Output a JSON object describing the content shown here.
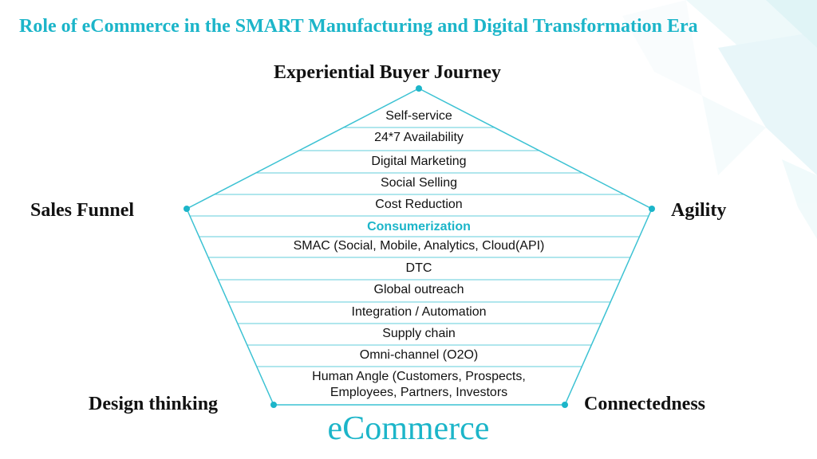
{
  "title": "Role of eCommerce in the SMART Manufacturing and Digital Transformation Era",
  "vertices": {
    "top": "Experiential Buyer Journey",
    "left": "Sales Funnel",
    "right": "Agility",
    "bottom_left": "Design thinking",
    "bottom_right": "Connectedness"
  },
  "center_label": "eCommerce",
  "bands": [
    {
      "text": "Self-service",
      "accent": false
    },
    {
      "text": "24*7 Availability",
      "accent": false
    },
    {
      "text": "Digital Marketing",
      "accent": false
    },
    {
      "text": "Social Selling",
      "accent": false
    },
    {
      "text": "Cost Reduction",
      "accent": false
    },
    {
      "text": "Consumerization",
      "accent": true
    },
    {
      "text": "SMAC (Social, Mobile, Analytics, Cloud(API)",
      "accent": false
    },
    {
      "text": "DTC",
      "accent": false
    },
    {
      "text": "Global outreach",
      "accent": false
    },
    {
      "text": "Integration / Automation",
      "accent": false
    },
    {
      "text": "Supply chain",
      "accent": false
    },
    {
      "text": "Omni-channel (O2O)",
      "accent": false
    },
    {
      "text": "Human Angle (Customers, Prospects,",
      "accent": false
    },
    {
      "text": "Employees, Partners, Investors",
      "accent": false
    }
  ],
  "colors": {
    "accent": "#1cb5c9",
    "text": "#111111",
    "line": "#3cc2d3"
  }
}
